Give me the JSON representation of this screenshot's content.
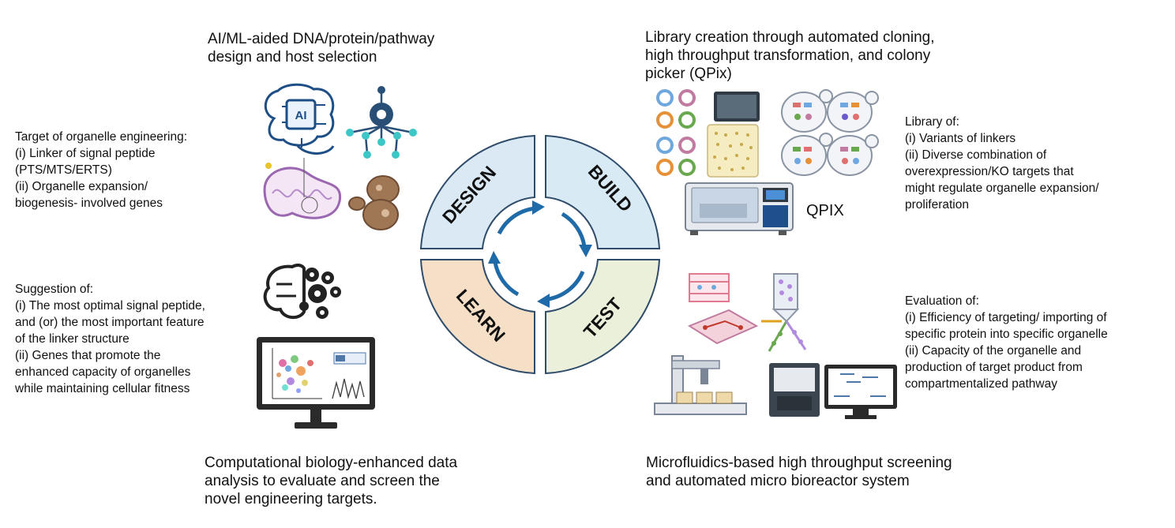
{
  "cycle": {
    "design": "DESIGN",
    "build": "BUILD",
    "learn": "LEARN",
    "test": "TEST",
    "colors": {
      "design": "#dbe9f4",
      "build": "#d8eaf4",
      "learn": "#f5dfc6",
      "test": "#eaf0d9",
      "outline": "#2f4c6b",
      "arrow": "#1f6aa8"
    }
  },
  "top_left": {
    "lines": [
      "AI/ML-aided DNA/protein/pathway",
      "design and host selection"
    ]
  },
  "top_right": {
    "lines": [
      "Library creation through automated cloning,",
      "high throughput transformation, and colony",
      "picker (QPix)"
    ]
  },
  "bottom_left": {
    "lines": [
      "Computational biology-enhanced data",
      "analysis to evaluate and screen the",
      "novel engineering targets."
    ]
  },
  "bottom_right": {
    "lines": [
      "Microfluidics-based high throughput screening",
      "and automated micro bioreactor system"
    ]
  },
  "target_block": {
    "lines": [
      "Target of organelle engineering:",
      "(i) Linker of signal peptide",
      "(PTS/MTS/ERTS)",
      "(ii) Organelle expansion/",
      "biogenesis- involved genes"
    ]
  },
  "suggestion_block": {
    "lines": [
      "Suggestion of:",
      "(i) The most optimal signal peptide,",
      "and (or) the most important feature",
      "of the linker structure",
      "(ii) Genes that promote the",
      "enhanced capacity of organelles",
      "while maintaining cellular fitness"
    ]
  },
  "library_block": {
    "lines": [
      "Library of:",
      "(i) Variants of linkers",
      "(ii) Diverse combination of",
      "overexpression/KO targets that",
      "might regulate organelle expansion/",
      "proliferation"
    ]
  },
  "evaluation_block": {
    "lines": [
      "Evaluation of:",
      "(i) Efficiency of targeting/ importing of",
      "specific protein into specific organelle",
      "(ii) Capacity of the organelle and",
      "production of target product from",
      "compartmentalized pathway"
    ]
  },
  "icons": {
    "ai_chip_label": "AI",
    "qpix_label": "QPIX"
  }
}
